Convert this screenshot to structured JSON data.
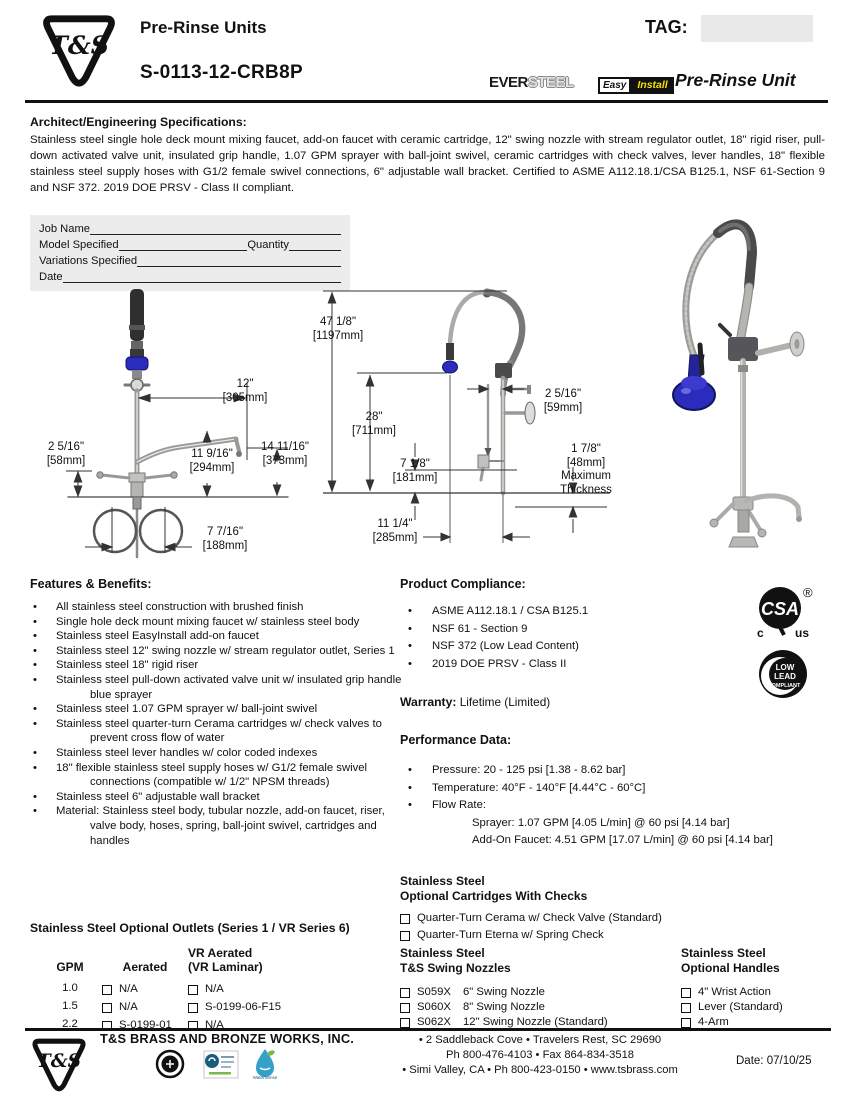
{
  "colors": {
    "sprayer_blue": "#2b2bbd",
    "easyinstall_yellow": "#f0e10a",
    "tag_box_bg": "#e9e9e9",
    "form_box_bg": "#ececec"
  },
  "header": {
    "logo_text": "T&S",
    "product_family": "Pre-Rinse Units",
    "model_number": "S-0113-12-CRB8P",
    "tag_label": "TAG:",
    "tag_value": "",
    "eversteel_ever": "EVER",
    "eversteel_steel": "STEEL",
    "easyinstall_easy": "Easy",
    "easyinstall_install": "Install",
    "product_type": "Pre-Rinse Unit"
  },
  "spec": {
    "heading": "Architect/Engineering Specifications:",
    "body": "Stainless steel single hole deck mount mixing faucet, add-on faucet with ceramic cartridge, 12\" swing nozzle with stream regulator outlet, 18\" rigid riser, pull-down activated valve unit, insulated grip handle, 1.07 GPM sprayer with ball-joint swivel, ceramic cartridges with check valves, lever handles, 18\" flexible stainless steel supply hoses with G1/2 female swivel connections, 6\" adjustable wall bracket.  Certified to ASME A112.18.1/CSA B125.1, NSF 61-Section 9 and NSF 372.  2019 DOE PRSV - Class II compliant."
  },
  "form": {
    "job_name": "Job Name",
    "model_specified": "Model Specified",
    "quantity": "Quantity",
    "variations": "Variations Specified",
    "date": "Date"
  },
  "dims": {
    "d305": {
      "in": "12\"",
      "mm": "[305mm]"
    },
    "d58": {
      "in": "2 5/16\"",
      "mm": "[58mm]"
    },
    "d294": {
      "in": "11 9/16\"",
      "mm": "[294mm]"
    },
    "d373": {
      "in": "14 11/16\"",
      "mm": "[373mm]"
    },
    "d188": {
      "in": "7 7/16\"",
      "mm": "[188mm]"
    },
    "d1197": {
      "in": "47 1/8\"",
      "mm": "[1197mm]"
    },
    "d711": {
      "in": "28\"",
      "mm": "[711mm]"
    },
    "d59": {
      "in": "2 5/16\"",
      "mm": "[59mm]"
    },
    "d181": {
      "in": "7 1/8\"",
      "mm": "[181mm]"
    },
    "d48": {
      "in": "1 7/8\"",
      "mm": "[48mm]",
      "note1": "Maximum",
      "note2": "Thickness"
    },
    "d285": {
      "in": "11 1/4\"",
      "mm": "[285mm]"
    }
  },
  "features": {
    "heading": "Features & Benefits:",
    "items": [
      "All stainless steel construction with brushed finish",
      "Single hole deck mount mixing faucet w/ stainless steel body",
      "Stainless steel EasyInstall add-on faucet",
      "Stainless steel 12\" swing nozzle w/ stream regulator outlet, Series 1",
      "Stainless steel 18\" rigid riser",
      "Stainless steel pull-down activated valve unit w/ insulated grip handle blue sprayer",
      "Stainless steel 1.07 GPM sprayer w/ ball-joint swivel",
      "Stainless steel quarter-turn Cerama cartridges w/ check valves to prevent cross flow of water",
      "Stainless steel lever handles w/ color coded indexes",
      "18\" flexible stainless steel supply hoses w/ G1/2 female swivel connections (compatible w/ 1/2\" NPSM threads)",
      "Stainless steel 6\" adjustable wall bracket",
      "Material:  Stainless steel body, tubular nozzle, add-on faucet, riser, valve body, hoses, spring, ball-joint swivel, cartridges and handles"
    ]
  },
  "compliance": {
    "heading": "Product Compliance:",
    "items": [
      "ASME A112.18.1 / CSA B125.1",
      "NSF 61 - Section 9",
      "NSF 372 (Low Lead Content)",
      "2019 DOE PRSV - Class II"
    ]
  },
  "badges": {
    "csa_text": "CSA",
    "csa_c": "c",
    "csa_us": "us",
    "csa_reg": "®",
    "lowlead_1": "LOW",
    "lowlead_2": "LEAD",
    "lowlead_3": "COMPLIANT"
  },
  "warranty": {
    "label": "Warranty:",
    "value": "Lifetime (Limited)"
  },
  "performance": {
    "heading": "Performance Data:",
    "items": [
      "Pressure: 20 - 125 psi [1.38 - 8.62 bar]",
      "Temperature: 40°F - 140°F [4.44°C - 60°C]",
      "Flow Rate:"
    ],
    "flow": [
      "Sprayer: 1.07 GPM [4.05 L/min] @ 60 psi [4.14 bar]",
      "Add-On Faucet: 4.51 GPM [17.07 L/min] @ 60 psi [4.14 bar]"
    ]
  },
  "cartridges": {
    "heading1": "Stainless Steel",
    "heading2": "Optional Cartridges With Checks",
    "options": [
      "Quarter-Turn Cerama w/ Check Valve (Standard)",
      "Quarter-Turn Eterna w/ Spring Check"
    ]
  },
  "outlets": {
    "heading": "Stainless Steel Optional Outlets (Series 1 / VR Series 6)",
    "col_gpm": "GPM",
    "col_aerated": "Aerated",
    "col_vr_line1": "VR Aerated",
    "col_vr_line2": "(VR Laminar)",
    "rows": [
      {
        "gpm": "1.0",
        "aerated": "N/A",
        "vr": "N/A"
      },
      {
        "gpm": "1.5",
        "aerated": "N/A",
        "vr": "S-0199-06-F15"
      },
      {
        "gpm": "2.2",
        "aerated": "S-0199-01",
        "vr": "N/A"
      }
    ]
  },
  "nozzles": {
    "heading1": "Stainless Steel",
    "heading2": "T&S Swing Nozzles",
    "options": [
      {
        "code": "S059X",
        "desc": "6\" Swing Nozzle"
      },
      {
        "code": "S060X",
        "desc": "8\" Swing Nozzle"
      },
      {
        "code": "S062X",
        "desc": "12\" Swing Nozzle (Standard)"
      }
    ]
  },
  "handles": {
    "heading1": "Stainless Steel",
    "heading2": "Optional Handles",
    "options": [
      "4\" Wrist Action",
      "Lever (Standard)",
      "4-Arm"
    ]
  },
  "footer": {
    "logo_text": "T&S",
    "company": "T&S BRASS AND BRONZE WORKS, INC.",
    "address1": "• 2 Saddleback Cove • Travelers Rest, SC 29690",
    "address2": "Ph 800-476-4103 • Fax 864-834-3518",
    "address3": "• Simi Valley, CA • Ph 800-423-0150 • www.tsbrass.com",
    "date_label": "Date:",
    "date_value": "07/10/25",
    "watersense_label": "WaterSense"
  }
}
